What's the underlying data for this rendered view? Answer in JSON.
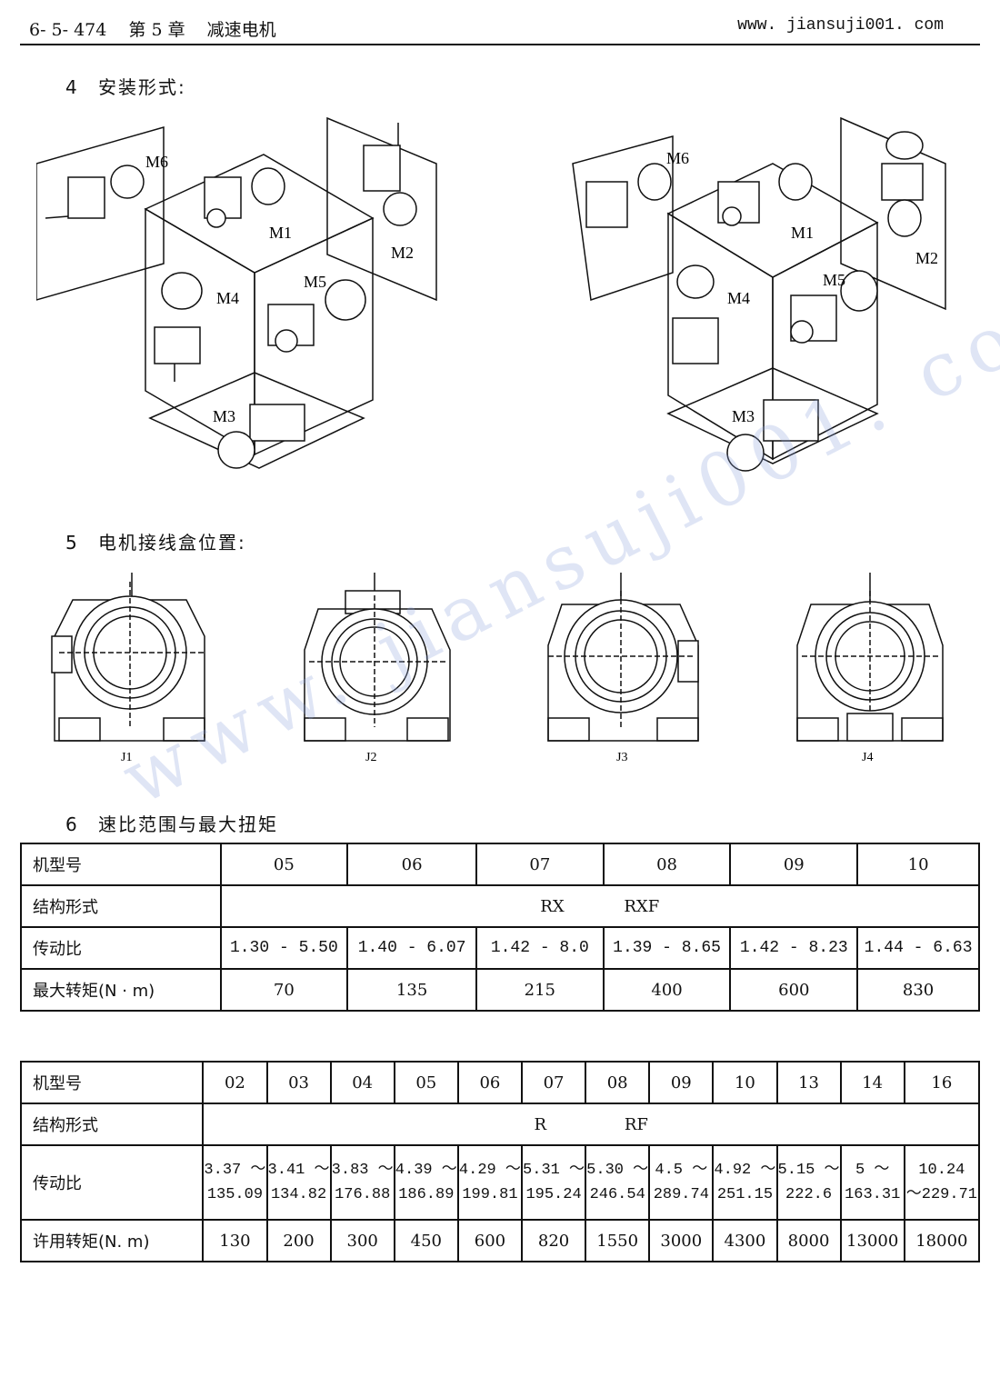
{
  "header": {
    "page_no": "6- 5- 474",
    "chapter": "第 5 章",
    "chapter_title": "减速电机",
    "website": "www. jiansuji001. com"
  },
  "sections": {
    "mounting": {
      "num": "4",
      "title": "安装形式:"
    },
    "junction_box": {
      "num": "5",
      "title": "电机接线盒位置:"
    },
    "ratio_torque": {
      "num": "6",
      "title": "速比范围与最大扭矩"
    }
  },
  "mounting_labels": [
    "M1",
    "M2",
    "M3",
    "M4",
    "M5",
    "M6"
  ],
  "junction_labels": [
    "J1",
    "J2",
    "J3",
    "J4"
  ],
  "watermark": "www. jiansuji001. com",
  "table_rx": {
    "model_label": "机型号",
    "models": [
      "05",
      "06",
      "07",
      "08",
      "09",
      "10"
    ],
    "structure_label": "结构形式",
    "structures": [
      "RX",
      "RXF"
    ],
    "ratio_label": "传动比",
    "ratios": [
      "1.30 - 5.50",
      "1.40 - 6.07",
      "1.42 - 8.0",
      "1.39 - 8.65",
      "1.42 - 8.23",
      "1.44 - 6.63"
    ],
    "torque_label": "最大转矩(N · m)",
    "torques": [
      "70",
      "135",
      "215",
      "400",
      "600",
      "830"
    ]
  },
  "table_r": {
    "model_label": "机型号",
    "models": [
      "02",
      "03",
      "04",
      "05",
      "06",
      "07",
      "08",
      "09",
      "10",
      "13",
      "14",
      "16"
    ],
    "structure_label": "结构形式",
    "structures": [
      "R",
      "RF"
    ],
    "ratio_label": "传动比",
    "ratios": [
      [
        "3.37 ～",
        "135.09"
      ],
      [
        "3.41 ～",
        "134.82"
      ],
      [
        "3.83 ～",
        "176.88"
      ],
      [
        "4.39 ～",
        "186.89"
      ],
      [
        "4.29 ～",
        "199.81"
      ],
      [
        "5.31 ～",
        "195.24"
      ],
      [
        "5.30 ～",
        "246.54"
      ],
      [
        "4.5 ～",
        "289.74"
      ],
      [
        "4.92 ～",
        "251.15"
      ],
      [
        "5.15 ～",
        "222.6"
      ],
      [
        "5 ～",
        "163.31"
      ],
      [
        "10.24",
        "～229.71"
      ]
    ],
    "torque_label": "许用转矩(N. m)",
    "torques": [
      "130",
      "200",
      "300",
      "450",
      "600",
      "820",
      "1550",
      "3000",
      "4300",
      "8000",
      "13000",
      "18000"
    ]
  }
}
